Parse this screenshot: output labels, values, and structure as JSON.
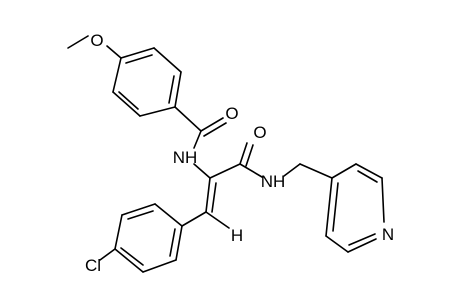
{
  "molecule": {
    "atoms": {
      "methoxy_o": "O",
      "carbonyl_o_top": "O",
      "carbonyl_o_right": "O",
      "amide_nh_left": "NH",
      "amide_nh_right": "NH",
      "vinyl_h": "H",
      "chlorine": "Cl",
      "pyridine_n": "N"
    }
  }
}
